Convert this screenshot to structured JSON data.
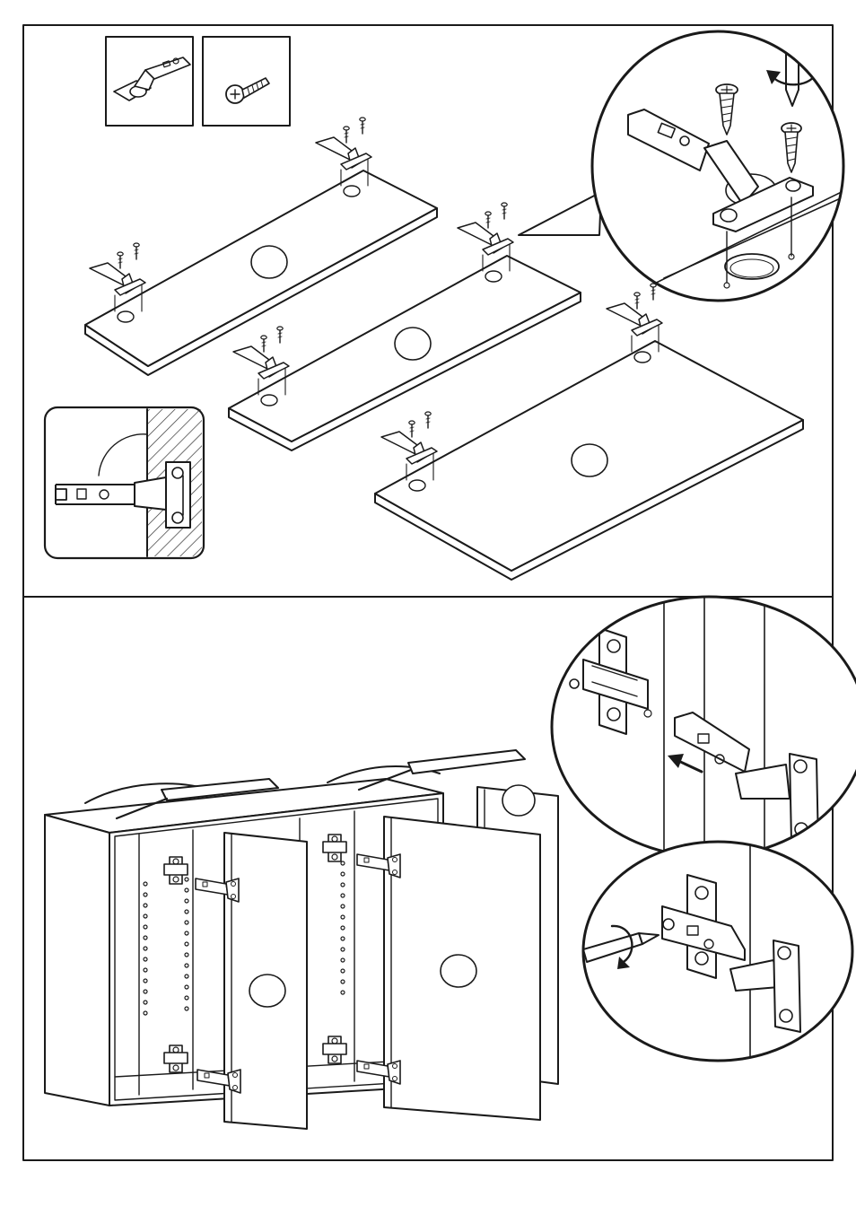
{
  "figure": {
    "kind": "assembly-instruction",
    "step_count": 2,
    "colors": {
      "line": "#1a1a1a",
      "paper": "#ffffff",
      "hatch": "#333333"
    }
  },
  "step1": {
    "parts_legend": [
      {
        "icon": "concealed-hinge-icon"
      },
      {
        "icon": "wood-screw-icon"
      }
    ],
    "panels": [
      {
        "id": "door-left-top",
        "hinges": 2
      },
      {
        "id": "door-left-bottom",
        "hinges": 2
      },
      {
        "id": "door-right",
        "hinges": 2
      }
    ],
    "tool": "screwdriver-icon"
  },
  "step2": {
    "doors_attached": 2,
    "tools": [
      "screwdriver-icon"
    ],
    "arrow": "push-direction-icon"
  }
}
